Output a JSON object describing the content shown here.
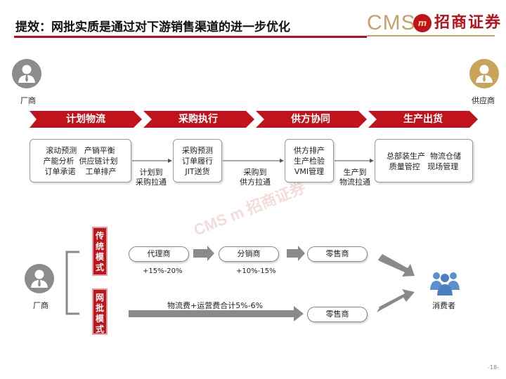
{
  "header": {
    "title": "提效：网批实质是通过对下游销售渠道的进一步优化",
    "logo_text": "CMS",
    "logo_badge": "m",
    "logo_cn": "招商证券"
  },
  "top": {
    "manufacturer_label": "厂商",
    "supplier_label": "供应商",
    "stages": [
      "计划物流",
      "采购执行",
      "供方协同",
      "生产出货"
    ],
    "boxes": [
      "滚动预测   产销平衡\n产能分析  供应链计划\n订单承诺    工单排产",
      "采购预测\n订单履行\nJIT送货",
      "供方排产\n生产检验\nVMI管理",
      "总部装生产  物流仓储\n质量管控   现场管理"
    ],
    "connectors": [
      "计划到\n采购拉通",
      "采购到\n供方拉通",
      "生产到\n物流拉通"
    ]
  },
  "bottom": {
    "manufacturer_label": "厂商",
    "consumer_label": "消费者",
    "traditional_tag": "传\n统\n模\n式",
    "wholesale_tag": "网\n批\n模\n式",
    "traditional_nodes": [
      "代理商",
      "分销商",
      "零售商"
    ],
    "margins": [
      "+15%-20%",
      "+10%-15%"
    ],
    "wholesale_note": "物流费+运营费合计5%-6%",
    "wholesale_node": "零售商"
  },
  "watermark": "CMS m 招商证券",
  "page_number": "-18-",
  "colors": {
    "brand_red": "#c0131b",
    "gold": "#c8a06a",
    "grey_arrow": "#8a8a8a"
  }
}
